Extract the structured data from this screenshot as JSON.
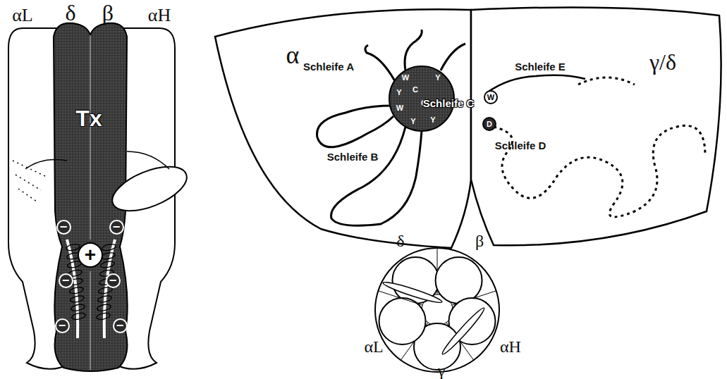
{
  "diagram": {
    "nodes": [
      {
        "text": [
          "α",
          "Schleife A",
          "Schleife B"
        ]
      },
      {
        "text": [
          "W",
          "Y",
          "Y",
          "C",
          "C",
          "W",
          "Y",
          "Y",
          "Schleife C"
        ],
        "in": 0
      },
      {
        "text": [
          "γ/δ",
          "Schleife E",
          "Schleife D"
        ]
      },
      {
        "text": [
          "W"
        ],
        "in": 2
      },
      {
        "text": [
          "D"
        ],
        "in": 2
      },
      {
        "text": [
          "Tx"
        ]
      },
      {
        "text": [
          "−"
        ],
        "in": 5
      },
      {
        "text": [
          "−"
        ],
        "in": 5
      },
      {
        "text": [
          "+"
        ],
        "in": 5
      },
      {
        "text": [
          "−"
        ],
        "in": 5
      },
      {
        "text": [
          "−"
        ],
        "in": 5
      },
      {
        "text": [
          "−"
        ],
        "in": 5
      },
      {
        "text": [
          "−"
        ],
        "in": 5
      }
    ],
    "labels": [
      "αL",
      "δ",
      "β",
      "αH",
      "δ",
      "β",
      "αL",
      "αH",
      "γ"
    ]
  }
}
